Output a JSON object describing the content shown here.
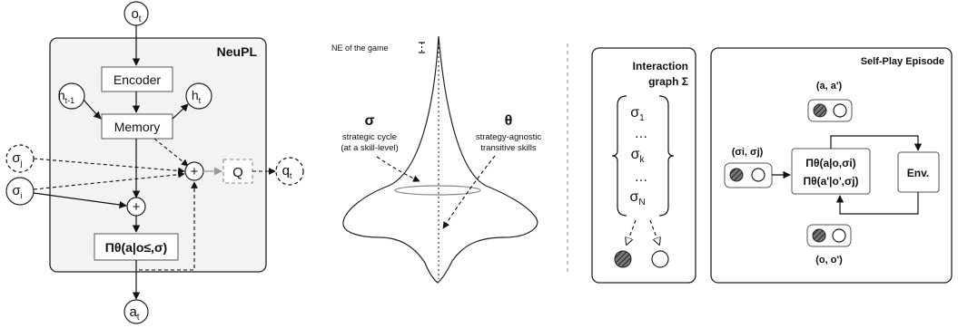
{
  "left": {
    "title": "NeuPL",
    "obs": "o",
    "obs_sub": "t",
    "encoder": "Encoder",
    "memory": "Memory",
    "h_prev": "h",
    "h_prev_sub": "t-1",
    "h_next": "h",
    "h_next_sub": "t",
    "sigma_j": "σ",
    "sigma_j_sub": "j",
    "sigma_i": "σ",
    "sigma_i_sub": "i",
    "plus": "+",
    "q_box": "Q",
    "q_out": "q",
    "q_out_sub": "t",
    "policy": "Πθ(a|o≤,σ)",
    "action": "a",
    "action_sub": "t"
  },
  "middle": {
    "ne_label": "NE of the game",
    "sigma_symbol": "σ",
    "sigma_desc1": "strategic cycle",
    "sigma_desc2": "(at a skill-level)",
    "theta_symbol": "θ",
    "theta_desc1": "strategy-agnostic",
    "theta_desc2": "transitive skills"
  },
  "graph": {
    "title1": "Interaction",
    "title2": "graph Σ",
    "s1": "σ",
    "s1_sub": "1",
    "dots1": "…",
    "sk": "σ",
    "sk_sub": "k",
    "dots2": "…",
    "sN": "σ",
    "sN_sub": "N"
  },
  "selfplay": {
    "title": "Self-Play Episode",
    "actions": "(a, a')",
    "sigmas": "(σi, σj)",
    "policy1": "Πθ(a|o,σi)",
    "policy2": "Πθ(a'|o',σj)",
    "env": "Env.",
    "obs": "(o, o')"
  }
}
